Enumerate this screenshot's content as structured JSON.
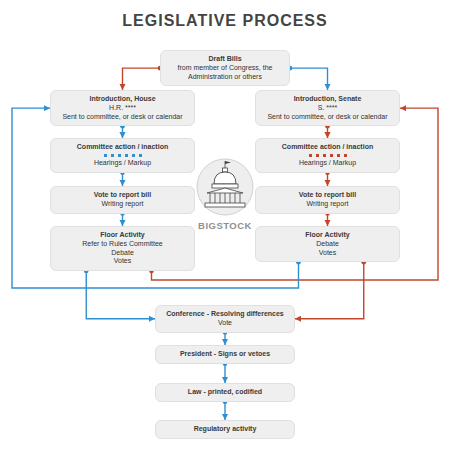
{
  "diagram": {
    "title": "LEGISLATIVE PROCESS",
    "nodes": [
      {
        "text": [
          "Draft Bills",
          "from member of Congress, the Administration or others"
        ]
      },
      {
        "text": [
          "Introduction, House",
          "H.R. ****",
          "Sent to committee, or desk or calendar"
        ]
      },
      {
        "text": [
          "Committee action / inaction",
          "Hearings / Markup"
        ]
      },
      {
        "text": [
          "Vote to report bill",
          "Writing report"
        ]
      },
      {
        "text": [
          "Floor Activity",
          "Refer to Rules Committee",
          "Debate",
          "Votes"
        ]
      },
      {
        "text": [
          "Introduction, Senate",
          "S. ****",
          "Sent to committee, or desk or calendar"
        ]
      },
      {
        "text": [
          "Committee action / inaction",
          "Hearings / Markup"
        ]
      },
      {
        "text": [
          "Vote to report bill",
          "Writing report"
        ]
      },
      {
        "text": [
          "Floor Activity",
          "Debate",
          "Votes"
        ]
      },
      {
        "text": [
          "Conference - Resolving differences",
          "Vote"
        ]
      },
      {
        "text": [
          "President - Signs or vetoes"
        ]
      },
      {
        "text": [
          "Law - printed, codified"
        ]
      },
      {
        "text": [
          "Regulatory activity"
        ]
      }
    ],
    "edges": [
      {
        "from": 0,
        "to": 1,
        "arrow": "to"
      },
      {
        "from": 0,
        "to": 5,
        "arrow": "to"
      },
      {
        "from": 1,
        "to": 2,
        "arrow": "to"
      },
      {
        "from": 2,
        "to": 3,
        "arrow": "to"
      },
      {
        "from": 3,
        "to": 4,
        "arrow": "to"
      },
      {
        "from": 5,
        "to": 6,
        "arrow": "to"
      },
      {
        "from": 6,
        "to": 7,
        "arrow": "to"
      },
      {
        "from": 7,
        "to": 8,
        "arrow": "to"
      },
      {
        "from": 4,
        "to": 5,
        "arrow": "to"
      },
      {
        "from": 8,
        "to": 1,
        "arrow": "to"
      },
      {
        "from": 4,
        "to": 9,
        "arrow": "to"
      },
      {
        "from": 8,
        "to": 9,
        "arrow": "to"
      },
      {
        "from": 9,
        "to": 10,
        "arrow": "to"
      },
      {
        "from": 10,
        "to": 11,
        "arrow": "to"
      },
      {
        "from": 11,
        "to": 12,
        "arrow": "to"
      }
    ],
    "labels": [
      "BIGSTOCK"
    ]
  }
}
